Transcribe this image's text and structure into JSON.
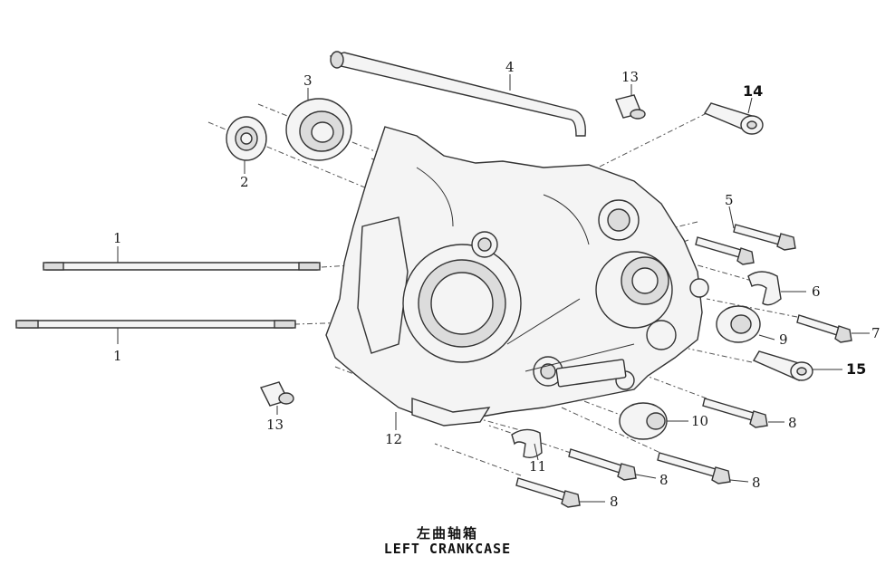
{
  "callouts": {
    "c1a": "1",
    "c1b": "1",
    "c2": "2",
    "c3": "3",
    "c4": "4",
    "c5": "5",
    "c6": "6",
    "c7": "7",
    "c8a": "8",
    "c8b": "8",
    "c8c": "8",
    "c8d": "8",
    "c9": "9",
    "c10": "10",
    "c11": "11",
    "c12": "12",
    "c13a": "13",
    "c13b": "13",
    "c14": "14",
    "c15": "15"
  },
  "caption": {
    "chinese": "左曲轴箱",
    "english": "LEFT CRANKCASE"
  }
}
